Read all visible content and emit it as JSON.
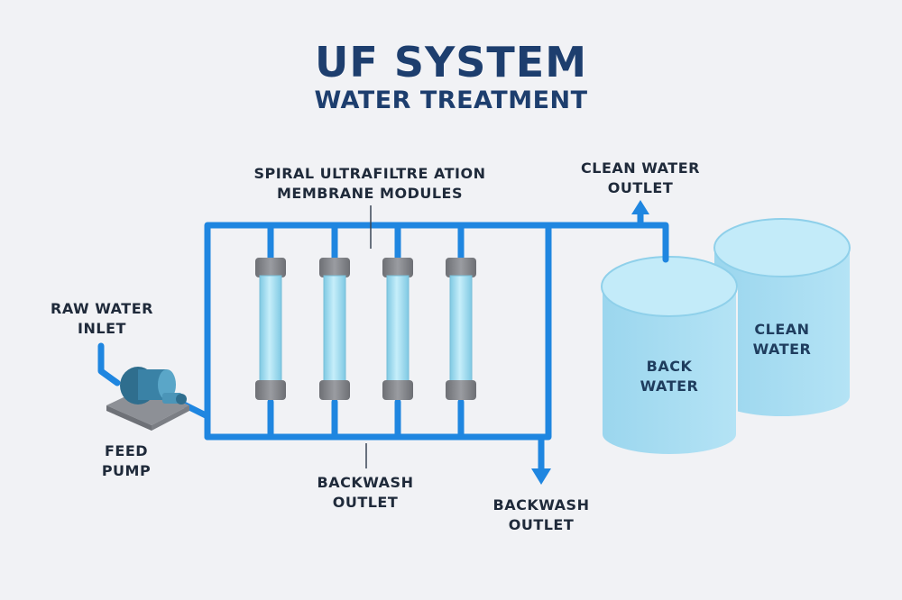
{
  "header": {
    "title": "UF SYSTEM",
    "subtitle": "WATER TREATMENT"
  },
  "labels": {
    "membrane_modules": [
      "SPIRAL ULTRAFILTRE ATION",
      "MEMBRANE MODULES"
    ],
    "clean_water_outlet": [
      "CLEAN WATER",
      "OUTLET"
    ],
    "raw_water_inlet": [
      "RAW WATER",
      "INLET"
    ],
    "feed_pump": [
      "FEED",
      "PUMP"
    ],
    "backwash_outlet_center": [
      "BACKWASH",
      "OUTLET"
    ],
    "backwash_outlet_right": [
      "BACKWASH",
      "OUTLET"
    ]
  },
  "tanks": {
    "back_water": [
      "BACK",
      "WATER"
    ],
    "clean_water": [
      "CLEAN",
      "WATER"
    ]
  },
  "colors": {
    "background": "#f1f2f5",
    "title": "#1d3e6e",
    "pipe": "#1f86e0",
    "tank_fill": "#a7dcf2",
    "tank_top": "#bfe8f8",
    "module_glass": "#9fdcef",
    "module_cap": "#7d7f84",
    "pump": "#2f6e8e"
  }
}
